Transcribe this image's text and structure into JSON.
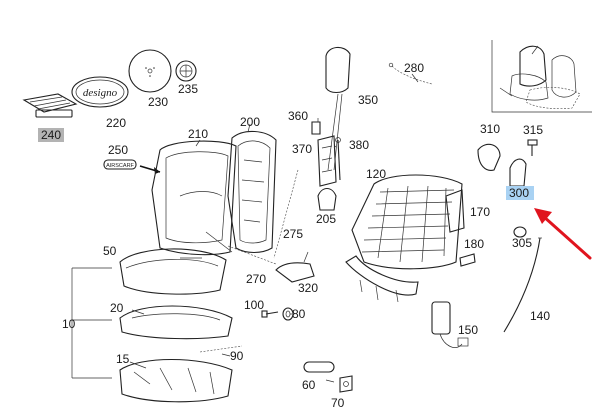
{
  "labels": {
    "l10": "10",
    "l15": "15",
    "l20": "20",
    "l50": "50",
    "l60": "60",
    "l70": "70",
    "l80": "80",
    "l90": "90",
    "l100": "100",
    "l120": "120",
    "l140": "140",
    "l150": "150",
    "l170": "170",
    "l180": "180",
    "l200": "200",
    "l205": "205",
    "l210": "210",
    "l220": "220",
    "l230": "230",
    "l235": "235",
    "l240": "240",
    "l250": "250",
    "l270": "270",
    "l275": "275",
    "l280": "280",
    "l300": "300",
    "l305": "305",
    "l310": "310",
    "l315": "315",
    "l320": "320",
    "l350": "350",
    "l360": "360",
    "l370": "370",
    "l380": "380"
  },
  "badge_text": {
    "designo": "designo",
    "airscarf": "AIRSCARF"
  },
  "colors": {
    "highlight_gray": "#b3b3b3",
    "highlight_blue": "#a9d2f3",
    "arrow_red": "#e0141e"
  }
}
